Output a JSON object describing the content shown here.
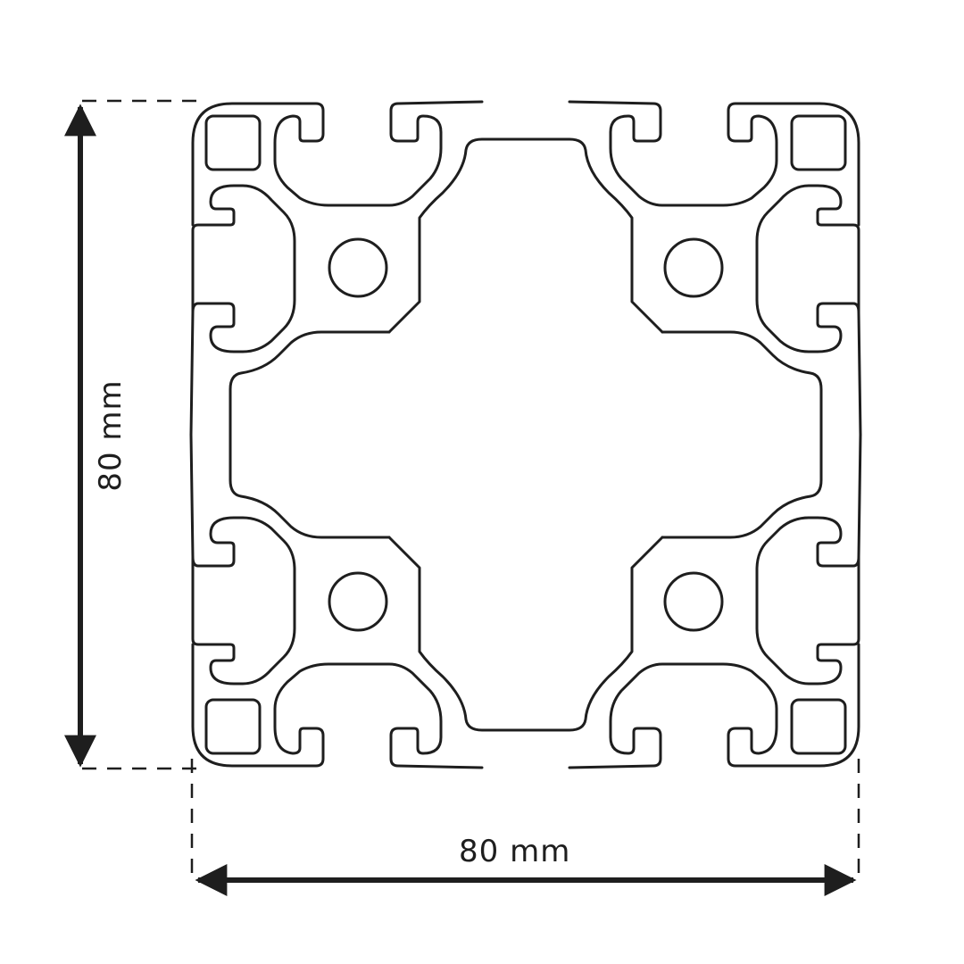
{
  "diagram": {
    "subject": "80x80 aluminium T-slot extrusion profile cross-section",
    "dimensions": {
      "width_label": "80 mm",
      "height_label": "80 mm"
    },
    "features": {
      "t_slots": 8,
      "corner_core_holes": 4,
      "corner_square_cavities": 4,
      "central_cavity": "cross"
    },
    "colors": {
      "stroke": "#1e1e1e",
      "background": "#ffffff"
    }
  }
}
